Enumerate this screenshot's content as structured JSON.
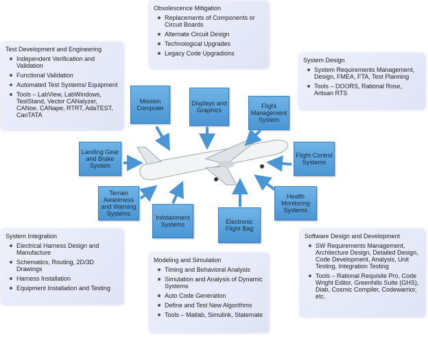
{
  "panels": {
    "obsolescence": {
      "title": "Obsolescence Mitigation",
      "items": [
        "Replacements of Components or Circuit Boards",
        "Alternate Circuit Design",
        "Technological Upgrades",
        "Legacy Code Upgradions"
      ]
    },
    "test_dev": {
      "title": "Test Development and Engineering",
      "items": [
        "Independent Verification and Validation",
        "Functional Validation",
        "Automated Test Systems/ Equipment",
        "Tools – LabView, LabWindows, TestStand, Vector CANalyzer, CANoe, CANape, RTRT,  AdaTEST, CanTATA"
      ]
    },
    "system_design": {
      "title": "System Design",
      "items": [
        "System Requirements Management, Design, FMEA, FTA, Test Planning",
        "Tools – DOORS,  Rational Rose, Artisan RTS"
      ]
    },
    "system_integration": {
      "title": "System Integration",
      "items": [
        "Electrical Harness Design and Manufacture",
        "Schematics, Routing, 2D/3D Drawings",
        "Harness Installation",
        "Equipment Installation and Testing"
      ]
    },
    "modeling": {
      "title": "Modeling and Simulation",
      "items": [
        "Timing and Behavioral Analysis",
        "Simulation and Analysis of Dynamic Systems",
        "Auto Code Generation",
        "Define and Test New Algorithms",
        "Tools – Matlab, Simulink, Statemate"
      ]
    },
    "software": {
      "title": "Software Design and Development",
      "items": [
        "SW Requirements Management, Architecture Design, Detailed Design, Code Development, Analysis, Unit Testing, Integration Testing",
        "Tools – Rational Requisite Pro, Code Wright Editor,  Greenhills Suite (GHS), Diab, Cosmic Compiler, Codewarrior, etc."
      ]
    }
  },
  "systems": {
    "mission": "Mission Computer",
    "displays": "Displays and Graphics",
    "flight_mgmt": "Flight Management System",
    "landing": "Landing Gear and Brake System",
    "flight_control": "Flight Control Systems",
    "terrain": "Terrain Awareness and Warning Systems",
    "infotainment": "Infotainment Systems",
    "efb": "Electronic Flight Bag",
    "health": "Health Monitoring Systems"
  },
  "colors": {
    "accent": "#4a95d3",
    "panel": "#e4e8f7"
  }
}
